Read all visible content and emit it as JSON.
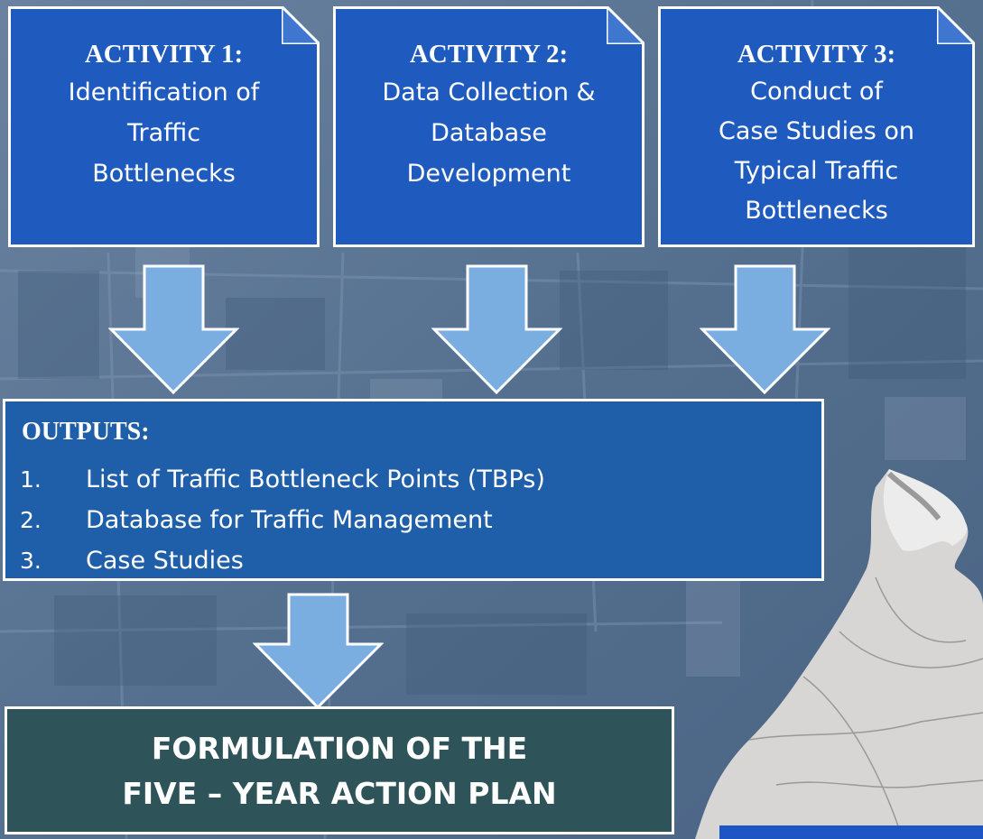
{
  "activities": [
    {
      "title": "ACTIVITY 1:",
      "body": "Identification of\nTraffic\nBottlenecks"
    },
    {
      "title": "ACTIVITY 2:",
      "body": "Data Collection &\nDatabase\nDevelopment"
    },
    {
      "title": "ACTIVITY 3:",
      "body": "Conduct of\nCase Studies on\nTypical Traffic\nBottlenecks"
    }
  ],
  "outputs": {
    "heading": "OUTPUTS:",
    "items": [
      {
        "num": "1.",
        "text": "List of Traffic Bottleneck Points (TBPs)"
      },
      {
        "num": "2.",
        "text": "Database for Traffic Management"
      },
      {
        "num": "3.",
        "text": "Case Studies"
      }
    ]
  },
  "final": {
    "line1": "FORMULATION OF THE",
    "line2": "FIVE – YEAR ACTION PLAN"
  },
  "colors": {
    "activity_box": "#1f5bbf",
    "outputs_box": "#1f5ea8",
    "final_box": "#2e5358",
    "arrow": "#7aaee0",
    "border": "#ffffff"
  }
}
